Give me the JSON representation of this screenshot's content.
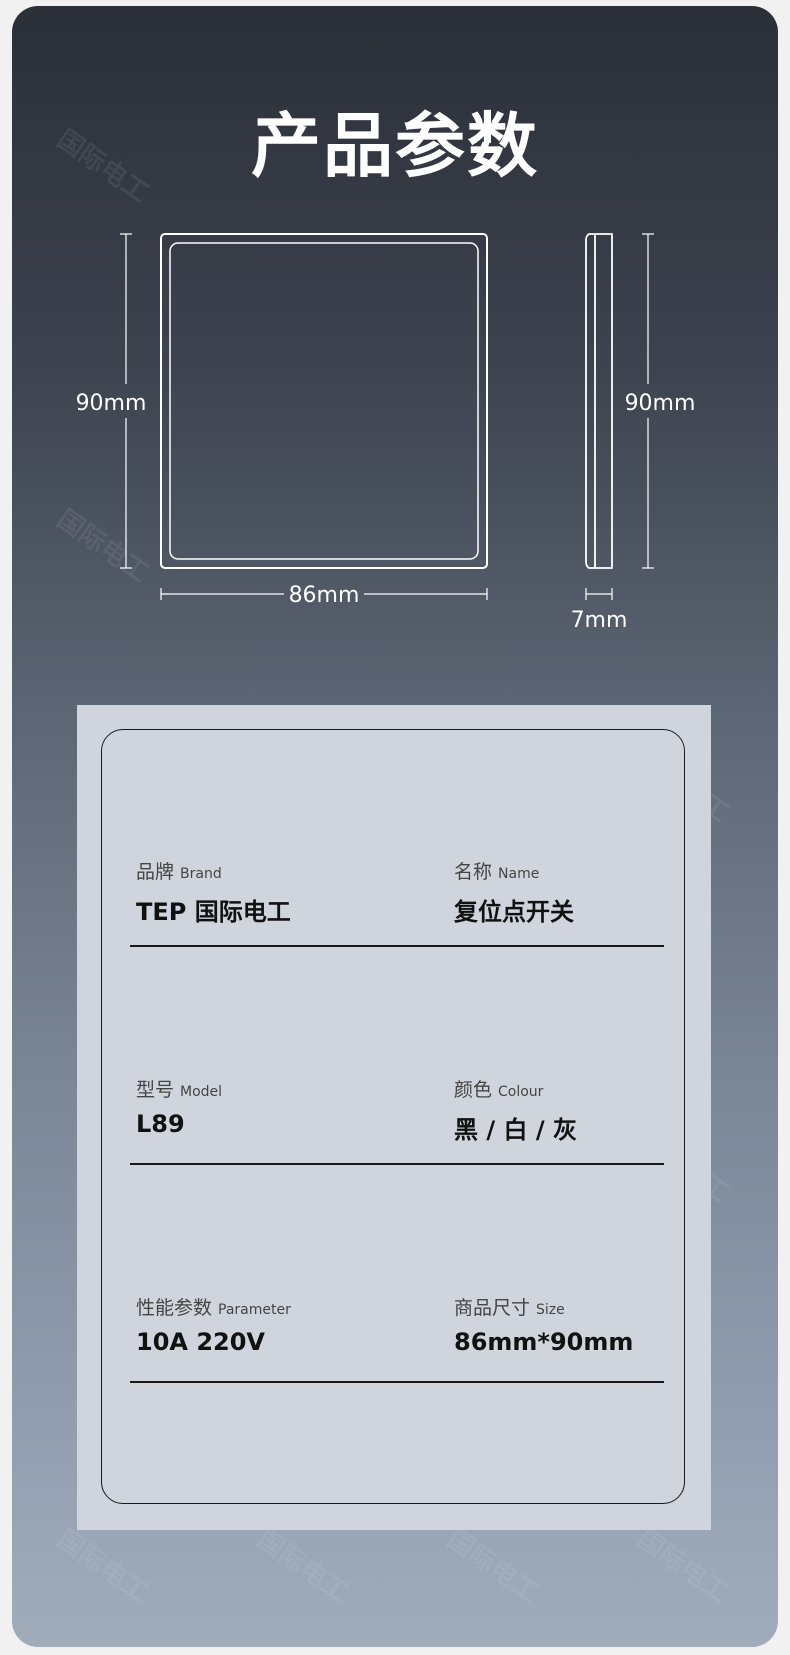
{
  "title": "产品参数",
  "dimensions": {
    "front_height": "90mm",
    "front_width": "86mm",
    "side_height": "90mm",
    "side_depth": "7mm"
  },
  "specs": [
    {
      "left": {
        "label_zh": "品牌",
        "label_en": "Brand",
        "value": "TEP 国际电工"
      },
      "right": {
        "label_zh": "名称",
        "label_en": "Name",
        "value": "复位点开关"
      }
    },
    {
      "left": {
        "label_zh": "型号",
        "label_en": "Model",
        "value": "L89"
      },
      "right": {
        "label_zh": "颜色",
        "label_en": "Colour",
        "value": "黑 / 白 / 灰"
      }
    },
    {
      "left": {
        "label_zh": "性能参数",
        "label_en": "Parameter",
        "value": "10A 220V"
      },
      "right": {
        "label_zh": "商品尺寸",
        "label_en": "Size",
        "value": "86mm*90mm"
      }
    }
  ],
  "watermark": "国际电工",
  "colors": {
    "panel_top": "#2b2f38",
    "panel_bottom": "#a1acbb",
    "card_bg": "#d0d5dd",
    "text_dark": "#111111"
  }
}
